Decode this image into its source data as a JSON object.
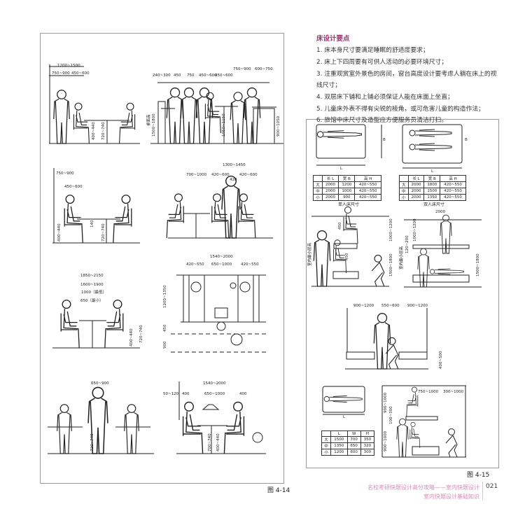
{
  "notes": {
    "title": "床设计要点",
    "items": [
      "1. 床本身尺寸要满足睡眠的舒适度要求；",
      "2. 床上下四周要有可供人活动的必要环境尺寸；",
      "3. 注重观赏室外景色的房间，窗台高度设计要考虑人躺在床上的视",
      "线尺寸；",
      "4. 双层床下铺和上铺必须保证人能在床面上坐直；",
      "5. 儿童床外表不得有尖锐的棱角，或可危害儿童的构造作法；",
      "6. 旅馆中床尺寸及造型应方便服务员清洁打扫。"
    ]
  },
  "fig414": {
    "caption": "图 4-14",
    "p1": [
      "1200~1500",
      "750~900",
      "450~600",
      "400~440",
      "720~740"
    ],
    "p2": [
      "240~300",
      "450",
      "750",
      "450~600",
      "450~600",
      "750~900",
      "600~750",
      "桌面高",
      "1500~1800",
      "1050~1150",
      "900~1050"
    ],
    "p3": [
      "750~900",
      "450~600",
      "140",
      "720~740",
      "400~440"
    ],
    "p4": [
      "1300~1450",
      "700~1000",
      "420~600",
      "420",
      "420~600"
    ],
    "p5": [
      "1850~2150",
      "1600~1900",
      "1000（最低）",
      "650（最小）",
      "400~440",
      "720~740"
    ],
    "p6": [
      "1540~2000",
      "420~550",
      "650~1000",
      "420~550",
      "1200~1350",
      "450",
      "900"
    ],
    "p7": [
      "650~900",
      "720~740"
    ],
    "p8": [
      "1540~2000",
      "50~120",
      "400",
      "650~1000",
      "400",
      "700~740",
      "400~440"
    ]
  },
  "fig415": {
    "caption": "图 4-15",
    "single_table": {
      "headers": [
        "",
        "长 L",
        "宽 B",
        "高 H"
      ],
      "rows": [
        [
          "大",
          "2000",
          "1200",
          "420~550"
        ],
        [
          "中",
          "2000",
          "1000",
          "420~550"
        ],
        [
          "小",
          "2000",
          "900",
          "420~550"
        ]
      ],
      "caption": "单人床尺寸"
    },
    "double_table": {
      "headers": [
        "",
        "长 L",
        "宽 B",
        "高 H"
      ],
      "rows": [
        [
          "大",
          "2000",
          "1800",
          "420~550"
        ],
        [
          "中",
          "2000",
          "1500",
          "420~550"
        ],
        [
          "小",
          "2000",
          "1350",
          "420~550"
        ]
      ],
      "caption": "双人床尺寸"
    },
    "child_table": {
      "headers": [
        "",
        "L",
        "W",
        "H"
      ],
      "rows": [
        [
          "大",
          "1500",
          "700",
          "350"
        ],
        [
          "中",
          "1350",
          "650",
          "320"
        ],
        [
          "小",
          "1200",
          "600",
          "300"
        ]
      ]
    },
    "bed_labels": [
      "L",
      "B",
      "L",
      "B"
    ],
    "bunk_left": [
      "室内最小层高",
      "450",
      "450",
      "1000~1200",
      "1500~1800"
    ],
    "bunk_right": [
      "2000",
      "室内最小层高",
      "1000~1200",
      "120~200",
      "1500~1800"
    ],
    "twin": [
      "900~1200",
      "550~600",
      "900~1200",
      "400~500"
    ],
    "child": [
      "L",
      "750~1000",
      "300~1000",
      "900~1000",
      "100~300",
      "900~1000"
    ]
  },
  "footer": {
    "line1": "名校考研快题设计高分攻略——室内快题设计",
    "line2": "室内快题设计基础知识",
    "page": "021",
    "color": "#d58bb2"
  }
}
